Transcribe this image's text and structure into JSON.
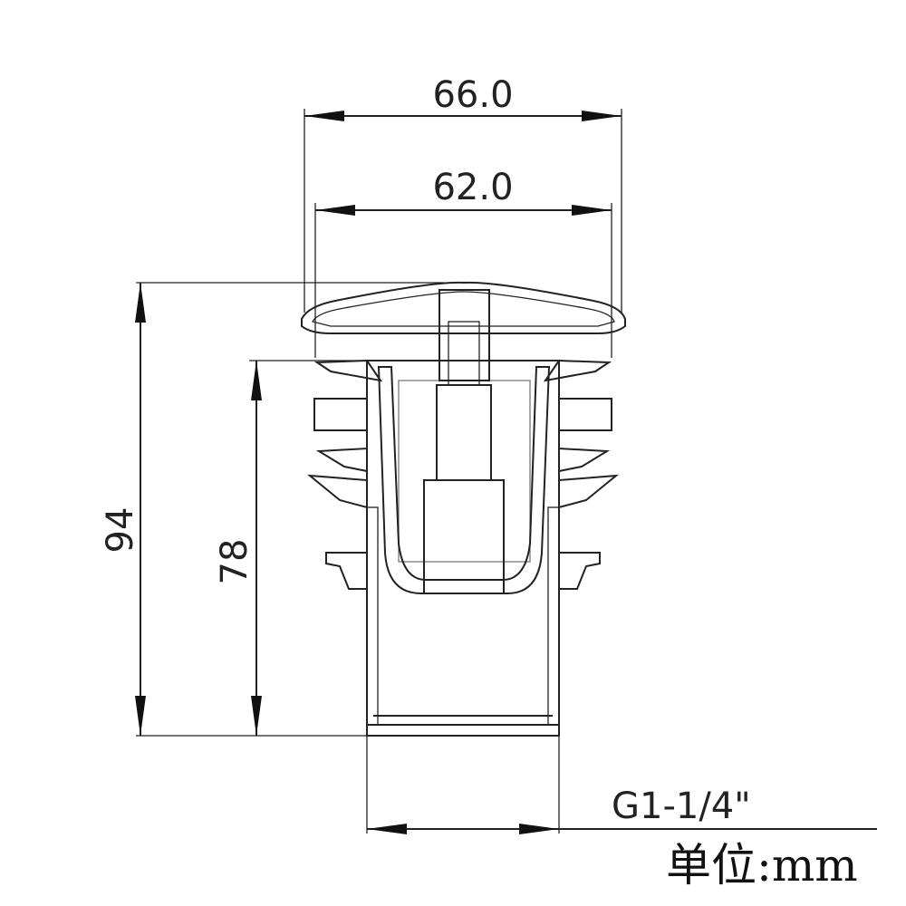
{
  "drawing": {
    "title": "Pop-up drain dimension drawing",
    "dimensions": {
      "cap_outer_width": "66.0",
      "cap_inner_width": "62.0",
      "total_height": "94",
      "body_height": "78",
      "thread_size": "G1-1/4\""
    },
    "unit_label": "单位:mm",
    "colors": {
      "line": "#222222",
      "background": "#ffffff"
    }
  }
}
